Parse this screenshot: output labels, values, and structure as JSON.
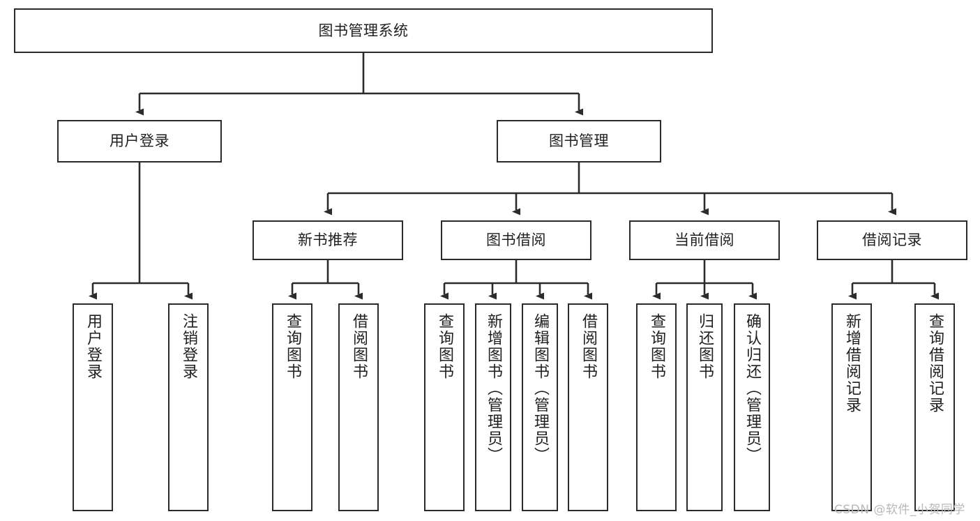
{
  "diagram": {
    "type": "tree",
    "orientation": "top-down",
    "title": "图书管理系统",
    "colors": {
      "box_border": "#2b2b2b",
      "box_fill": "#ffffff",
      "connector": "#2b2b2b",
      "text": "#1f1f1f",
      "watermark": "#b9b9b9",
      "background": "#ffffff"
    },
    "root": {
      "label": "图书管理系统"
    },
    "level2": [
      {
        "label": "用户登录"
      },
      {
        "label": "图书管理"
      }
    ],
    "level3": [
      {
        "label": "新书推荐"
      },
      {
        "label": "图书借阅"
      },
      {
        "label": "当前借阅"
      },
      {
        "label": "借阅记录"
      }
    ],
    "leaves": {
      "user_login": [
        {
          "label": "用户登录"
        },
        {
          "label": "注销登录"
        }
      ],
      "new_book_recommend": [
        {
          "label": "查询图书"
        },
        {
          "label": "借阅图书"
        }
      ],
      "book_borrow": [
        {
          "label": "查询图书"
        },
        {
          "label": "新增图书（管理员）"
        },
        {
          "label": "编辑图书（管理员）"
        },
        {
          "label": "借阅图书"
        }
      ],
      "current_borrow": [
        {
          "label": "查询图书"
        },
        {
          "label": "归还图书"
        },
        {
          "label": "确认归还（管理员）"
        }
      ],
      "borrow_record": [
        {
          "label": "新增借阅记录"
        },
        {
          "label": "查询借阅记录"
        }
      ]
    }
  },
  "watermark": {
    "text": "CSDN @软件_小贺同学"
  }
}
